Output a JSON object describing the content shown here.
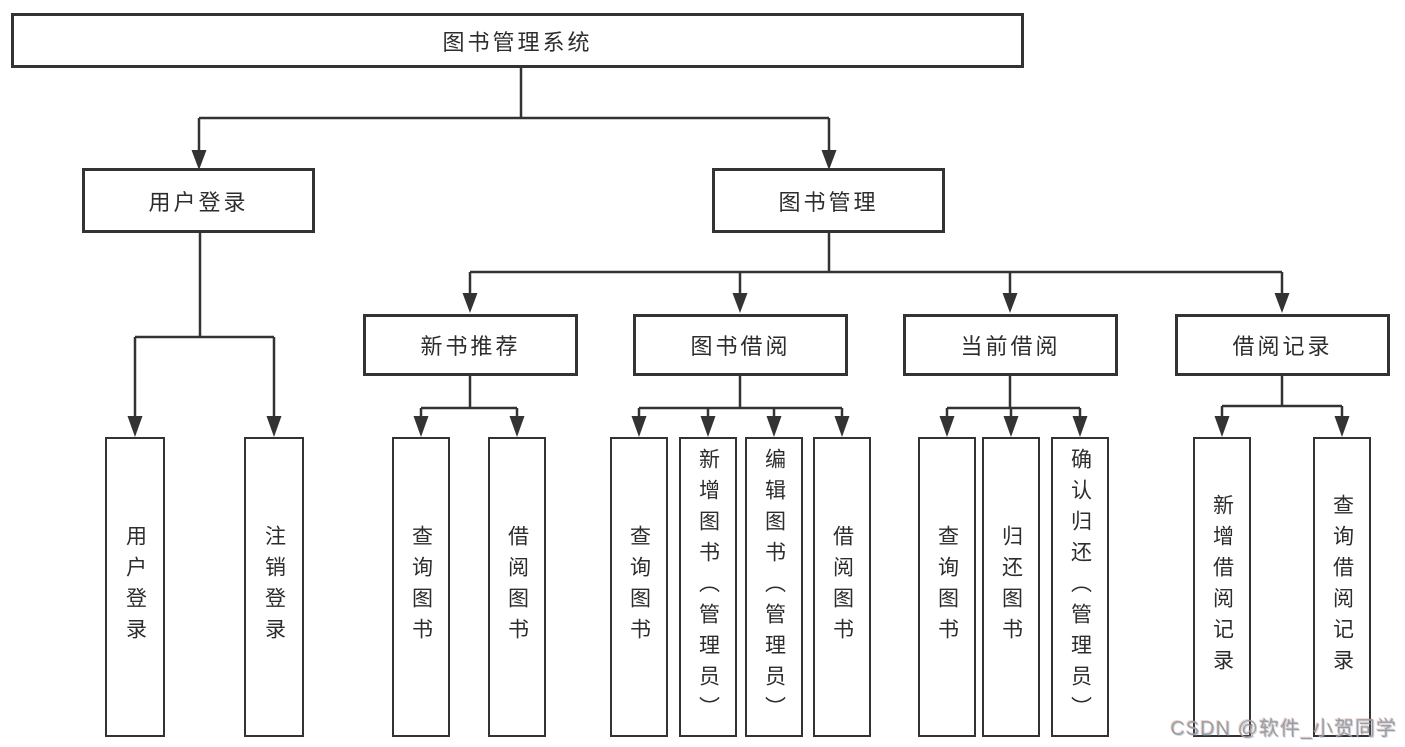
{
  "diagram": {
    "title_note": "library management system feature structure diagram",
    "root": {
      "label": "图书管理系统"
    },
    "level2": [
      {
        "label": "用户登录"
      },
      {
        "label": "图书管理"
      }
    ],
    "level3": [
      {
        "label": "新书推荐"
      },
      {
        "label": "图书借阅"
      },
      {
        "label": "当前借阅"
      },
      {
        "label": "借阅记录"
      }
    ],
    "leaves": {
      "user_login": [
        {
          "label": "用户登录"
        },
        {
          "label": "注销登录"
        }
      ],
      "new_book_recommend": [
        {
          "label": "查询图书"
        },
        {
          "label": "借阅图书"
        }
      ],
      "book_borrow": [
        {
          "label": "查询图书"
        },
        {
          "label": "新增图书（管理员）"
        },
        {
          "label": "编辑图书（管理员）"
        },
        {
          "label": "借阅图书"
        }
      ],
      "current_borrow": [
        {
          "label": "查询图书"
        },
        {
          "label": "归还图书"
        },
        {
          "label": "确认归还（管理员）"
        }
      ],
      "borrow_records": [
        {
          "label": "新增借阅记录"
        },
        {
          "label": "查询借阅记录"
        }
      ]
    }
  },
  "colors": {
    "line": "#333333",
    "text": "#2d2d2d",
    "box_background": "#ffffff",
    "page_background": "#ffffff",
    "watermark": "#9e9e9e"
  },
  "watermark": {
    "text": "CSDN @软件_小贺同学"
  }
}
